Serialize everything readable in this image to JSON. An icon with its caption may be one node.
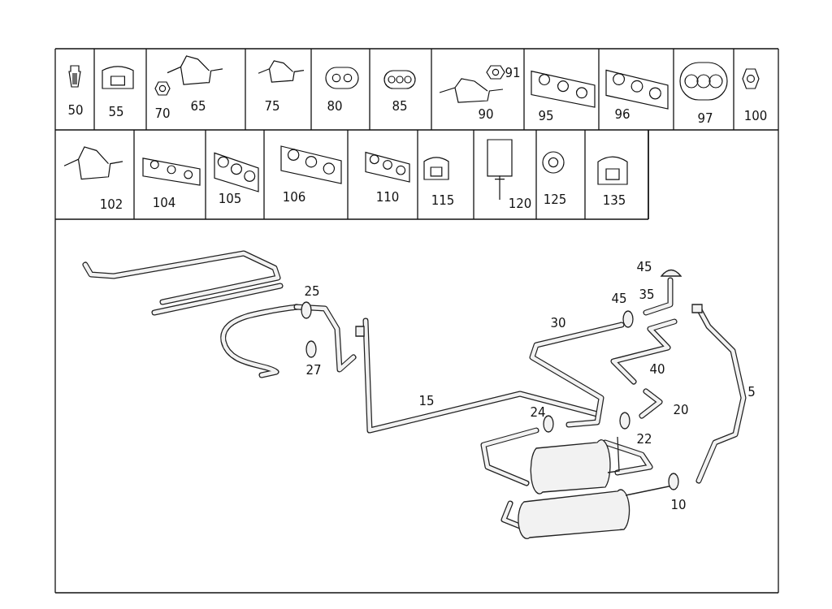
{
  "diagram": {
    "labels": [
      "50",
      "55",
      "70",
      "65",
      "75",
      "80",
      "85",
      "91",
      "90",
      "95",
      "96",
      "97",
      "100",
      "102",
      "104",
      "105",
      "106",
      "110",
      "115",
      "120",
      "125",
      "135",
      "45",
      "25",
      "45",
      "35",
      "30",
      "27",
      "40",
      "5",
      "15",
      "24",
      "20",
      "22",
      "10"
    ]
  }
}
